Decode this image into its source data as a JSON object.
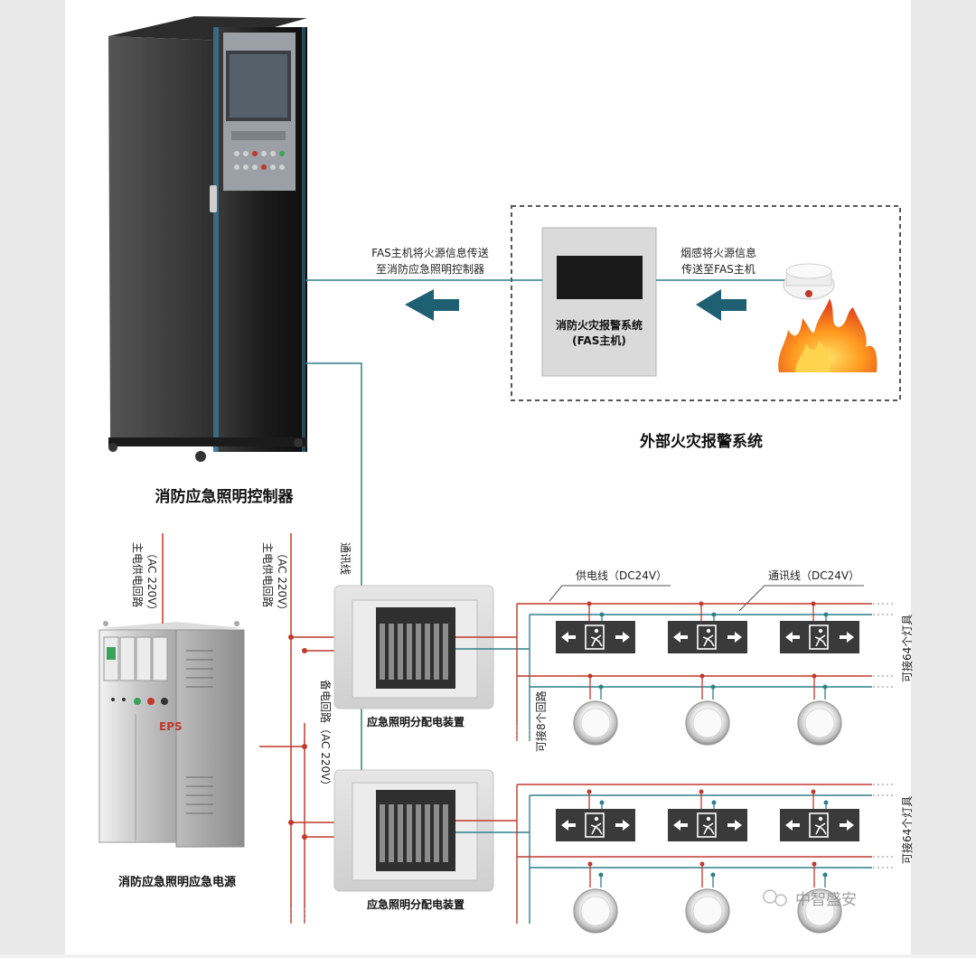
{
  "labels": {
    "fas_to_controller": [
      "FAS主机将火源信息传送",
      "至消防应急照明控制器"
    ],
    "smoke_to_fas": [
      "烟感将火源信息",
      "传送至FAS主机"
    ],
    "fas_host": [
      "消防火灾报警系统",
      "(FAS主机)"
    ],
    "external_system": "外部火灾报警系统",
    "controller": "消防应急照明控制器",
    "comm_line_vertical": "通讯线",
    "main_circuit_1": [
      "主电供电回路",
      "（AC 220V）"
    ],
    "main_circuit_2": [
      "主电供电回路",
      "（AC 220V）"
    ],
    "backup_circuit": "备电回路（AC 220V）",
    "power_line": "供电线（DC24V）",
    "comm_line": "通讯线（DC24V）",
    "up_to_64_a": "可接64个灯具",
    "up_to_64_b": "可接64个灯具",
    "up_to_8_loops": "可接8个回路",
    "distribution_device_1": "应急照明分配电装置",
    "distribution_device_2": "应急照明分配电装置",
    "eps_power": "消防应急照明应急电源",
    "eps_badge": "EPS",
    "watermark": "中智盛安"
  },
  "colors": {
    "power_red": "#c0392b",
    "comm_teal": "#2e7f8c",
    "arrow_teal": "#1f5f72",
    "cabinet_dark": "#232323",
    "sign_dark": "#3a3a3a"
  }
}
